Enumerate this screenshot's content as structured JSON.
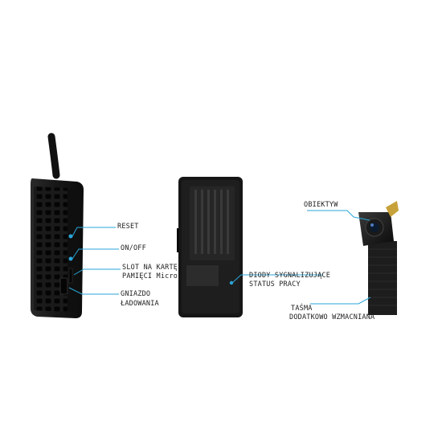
{
  "labels": {
    "reset": "RESET",
    "onoff": "ON/OFF",
    "slot_line1": "SLOT NA KARTĘ",
    "slot_line2": "PAMIĘCI Micro",
    "gniazdo_line1": "GNIAZDO",
    "gniazdo_line2": "ŁADOWANIA",
    "diody_line1": "DIODY SYGNALIZUJĄCE",
    "diody_line2": "STATUS PRACY",
    "obiektyw": "OBIEKTYW",
    "tasma_line1": "TAŚMA",
    "tasma_line2": "DODATKOWO WZMACNIANA"
  },
  "colors": {
    "leader_line": "#2aa6d9",
    "device_body": "#141414"
  }
}
